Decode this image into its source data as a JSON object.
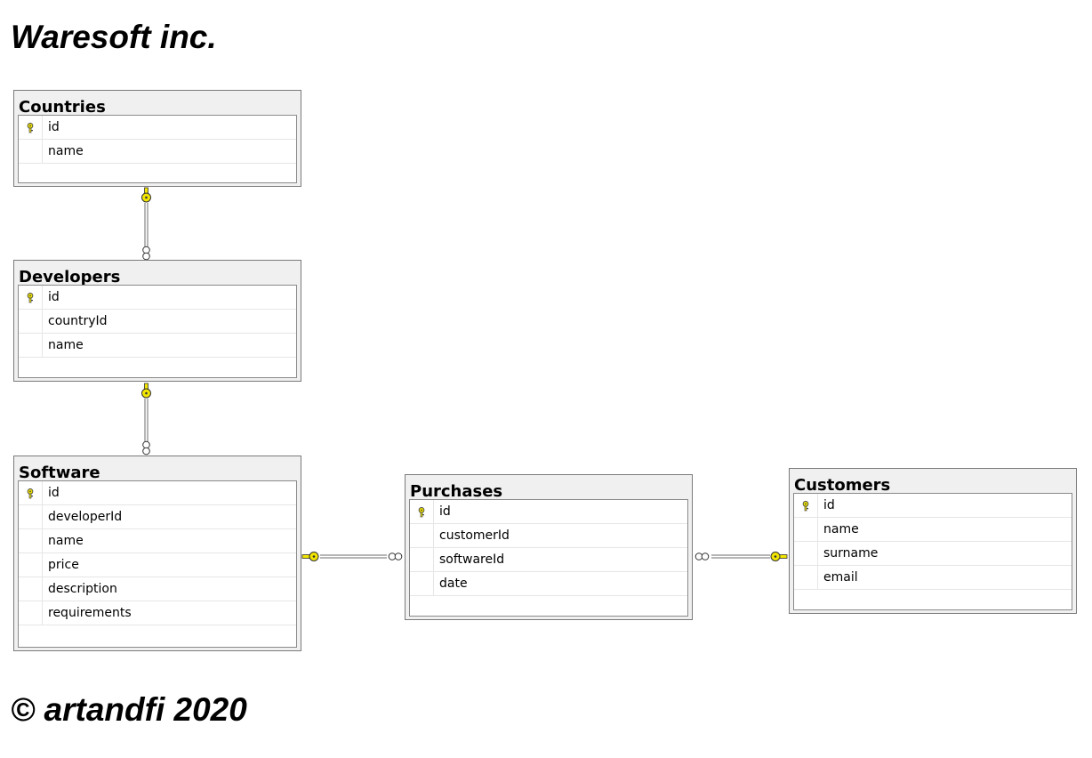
{
  "title": "Waresoft inc.",
  "footer": "© artandfi 2020",
  "tables": {
    "countries": {
      "name": "Countries",
      "columns": [
        "id",
        "name"
      ]
    },
    "developers": {
      "name": "Developers",
      "columns": [
        "id",
        "countryId",
        "name"
      ]
    },
    "software": {
      "name": "Software",
      "columns": [
        "id",
        "developerId",
        "name",
        "price",
        "description",
        "requirements"
      ]
    },
    "purchases": {
      "name": "Purchases",
      "columns": [
        "id",
        "customerId",
        "softwareId",
        "date"
      ]
    },
    "customers": {
      "name": "Customers",
      "columns": [
        "id",
        "name",
        "surname",
        "email"
      ]
    }
  },
  "primary_key_column": "id",
  "relationships": [
    {
      "from": "countries",
      "to": "developers",
      "one_end": "countries",
      "many_end": "developers"
    },
    {
      "from": "developers",
      "to": "software",
      "one_end": "developers",
      "many_end": "software"
    },
    {
      "from": "software",
      "to": "purchases",
      "one_end": "software",
      "many_end": "purchases"
    },
    {
      "from": "customers",
      "to": "purchases",
      "one_end": "customers",
      "many_end": "purchases"
    }
  ],
  "colors": {
    "key_icon": "#f2e600",
    "line": "#707070",
    "header_bg": "#f0f0f0"
  }
}
